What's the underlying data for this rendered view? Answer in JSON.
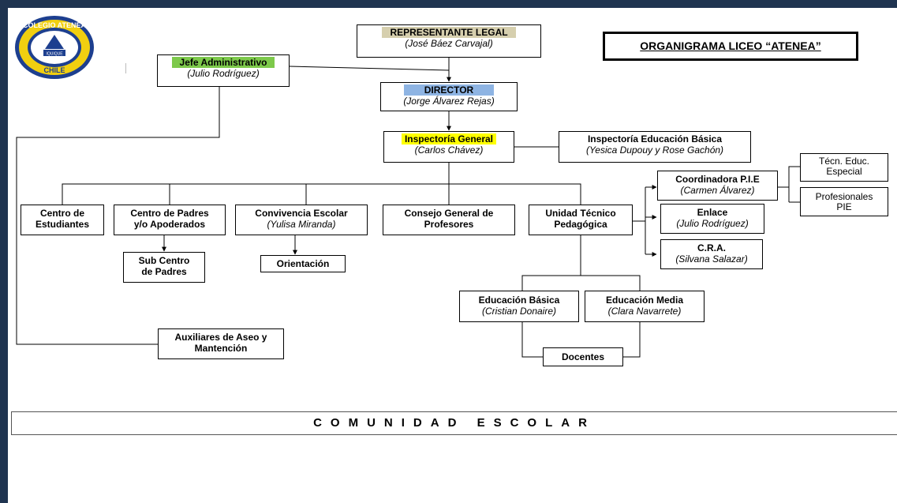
{
  "title": "ORGANIGRAMA LICEO “ATENEA”",
  "logo": {
    "ring_text": "COLEGIO ATENEA",
    "city": "IQUIQUE",
    "country": "CHILE"
  },
  "colors": {
    "frame": "#1f3450",
    "legal_bg": "#d6cfae",
    "jefe_bg": "#7dc94b",
    "director_bg": "#8eb4e3",
    "inspectoria_bg": "#ffff00",
    "logo_gold": "#f1cf10",
    "logo_blue": "#1d3f8f"
  },
  "nodes": {
    "representante": {
      "title": "REPRESENTANTE LEGAL",
      "subtitle": "(José Báez Carvajal)"
    },
    "jefe_admin": {
      "title": "Jefe Administrativo",
      "subtitle": "(Julio Rodríguez)"
    },
    "director": {
      "title": "DIRECTOR",
      "subtitle": "(Jorge Álvarez Rejas)"
    },
    "inspectoria_general": {
      "title": "Inspectoría General",
      "subtitle": "(Carlos Chávez)"
    },
    "inspectoria_basica": {
      "title": "Inspectoría Educación Básica",
      "subtitle": "(Yesica Dupouy y Rose Gachón)"
    },
    "centro_estudiantes": {
      "line1": "Centro de",
      "line2": "Estudiantes"
    },
    "centro_padres": {
      "line1": "Centro de Padres",
      "line2": "y/o Apoderados"
    },
    "convivencia": {
      "title": "Convivencia Escolar",
      "subtitle": "(Yulisa Miranda)"
    },
    "consejo": {
      "line1": "Consejo General de",
      "line2": "Profesores"
    },
    "utp": {
      "line1": "Unidad Técnico",
      "line2": "Pedagógica"
    },
    "sub_centro": {
      "line1": "Sub Centro",
      "line2": "de Padres"
    },
    "orientacion": {
      "title": "Orientación"
    },
    "coordinadora_pie": {
      "title": "Coordinadora P.I.E",
      "subtitle": "(Carmen Álvarez)"
    },
    "enlace": {
      "title": "Enlace",
      "subtitle": "(Julio Rodríguez)"
    },
    "cra": {
      "title": "C.R.A.",
      "subtitle": "(Silvana Salazar)"
    },
    "tecn_educ": {
      "line1": "Técn. Educ.",
      "line2": "Especial"
    },
    "profesionales_pie": {
      "line1": "Profesionales",
      "line2": "PIE"
    },
    "educ_basica": {
      "title": "Educación Básica",
      "subtitle": "(Cristian Donaire)"
    },
    "educ_media": {
      "title": "Educación Media",
      "subtitle": "(Clara Navarrete)"
    },
    "docentes": {
      "title": "Docentes"
    },
    "auxiliares": {
      "line1": "Auxiliares de Aseo y",
      "line2": "Mantención"
    }
  },
  "community_label": "COMUNIDAD ESCOLAR"
}
